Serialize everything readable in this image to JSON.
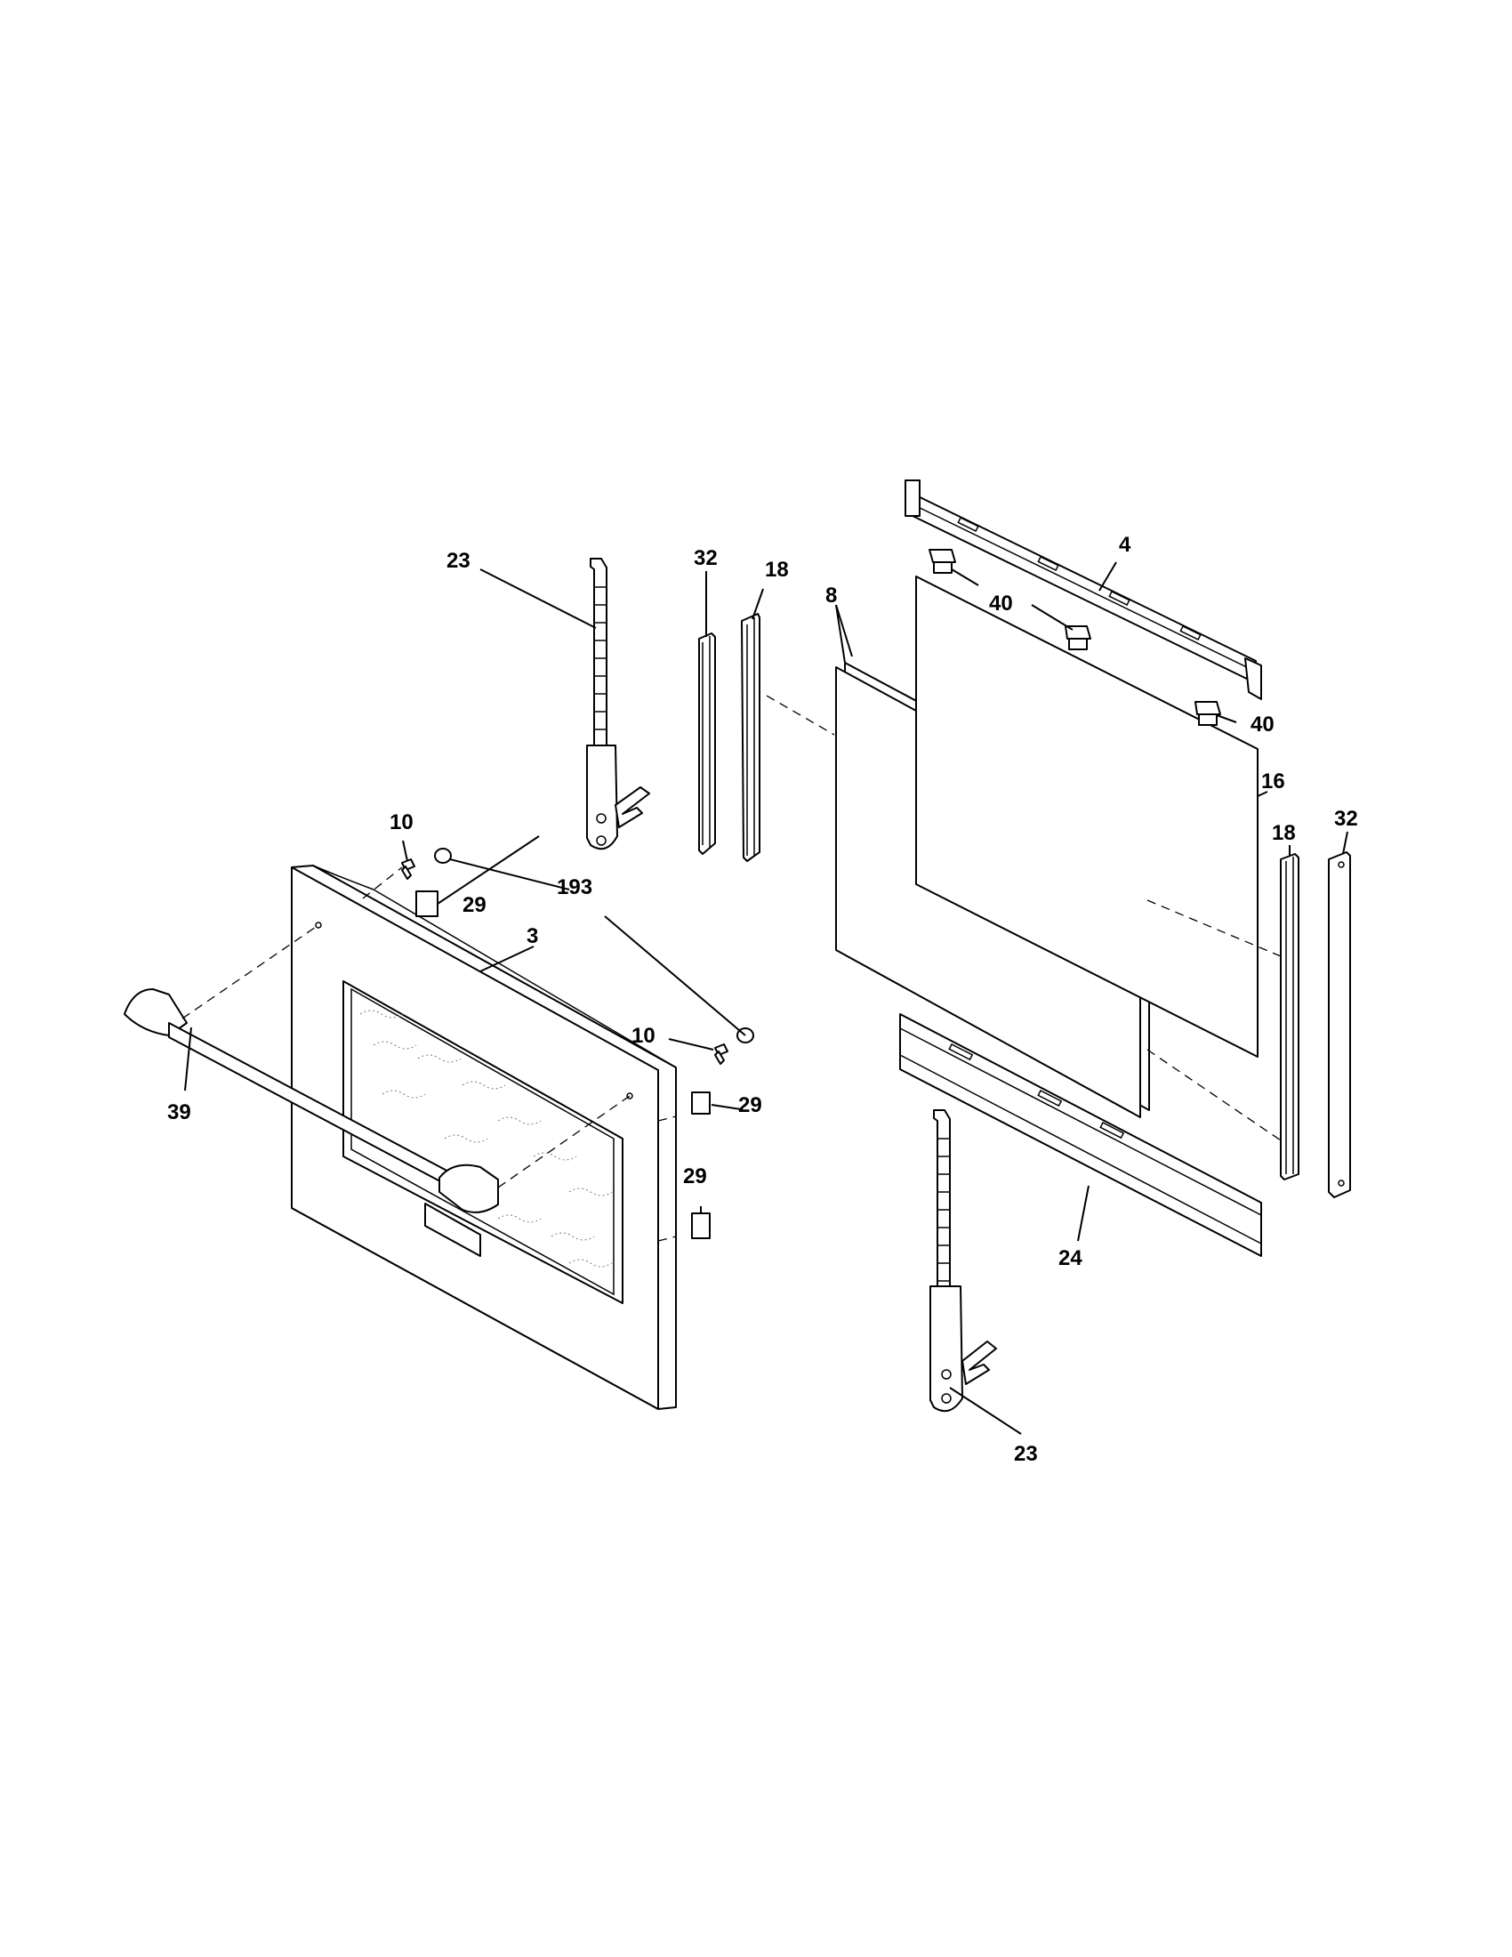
{
  "labels": {
    "hinge_top": "23",
    "hinge_bottom": "23",
    "channel_left": "32",
    "channel_right": "32",
    "seal_left": "18",
    "seal_right": "18",
    "glass_pack": "8",
    "top_bracket": "4",
    "clip_a": "40",
    "clip_b": "40",
    "inner_glass": "16",
    "screw_top": "10",
    "screw_right": "10",
    "spacer": "193",
    "pad_top": "29",
    "pad_mid": "29",
    "pad_low": "29",
    "door_frame": "3",
    "handle": "39",
    "bottom_trim": "24"
  }
}
